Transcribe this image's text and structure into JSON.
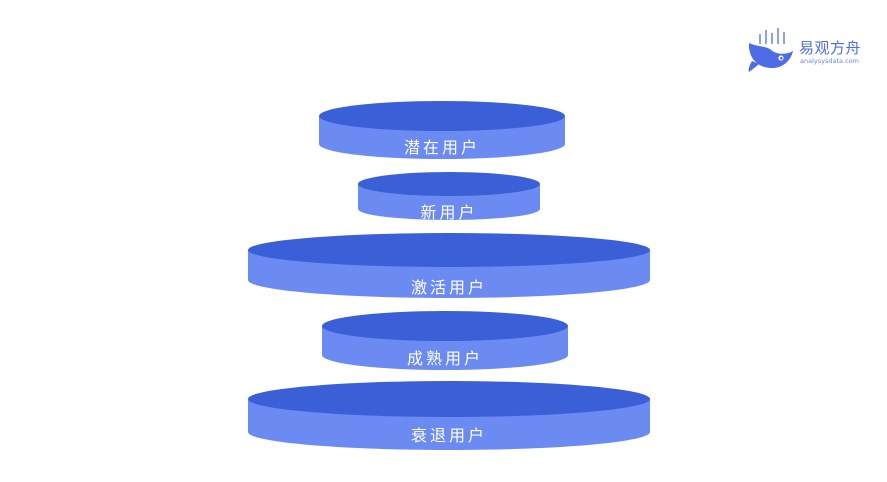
{
  "logo": {
    "name": "易观方舟",
    "domain": "analysysdata.com"
  },
  "colors": {
    "side": "#6b8bf2",
    "top": "#3a5fd6"
  },
  "tiers": [
    {
      "label": "潜在用户"
    },
    {
      "label": "新用户"
    },
    {
      "label": "激活用户"
    },
    {
      "label": "成熟用户"
    },
    {
      "label": "衰退用户"
    }
  ]
}
